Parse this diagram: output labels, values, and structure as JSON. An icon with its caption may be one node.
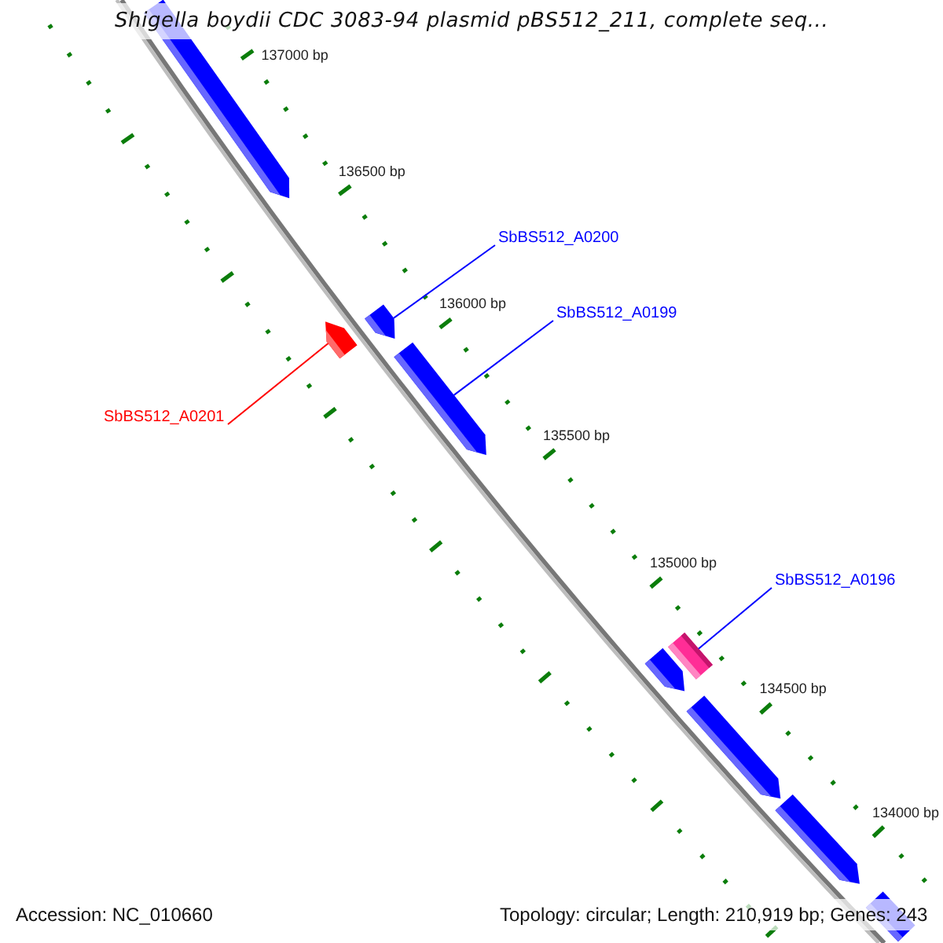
{
  "diagram": {
    "title": "Shigella boydii CDC 3083-94 plasmid pBS512_211, complete seq...",
    "nodes": [
      {
        "text": [],
        "shape": "bar"
      },
      {
        "text": [
          "SbBS512_A0200"
        ]
      },
      {
        "text": [],
        "shape": "bar"
      },
      {
        "text": [
          "SbBS512_A0199"
        ]
      },
      {
        "text": [],
        "shape": "bar"
      },
      {
        "text": [],
        "shape": "bar"
      },
      {
        "text": [
          "SbBS512_A0201"
        ]
      },
      {
        "text": [
          "SbBS512_A0196"
        ]
      },
      {
        "text": [],
        "shape": "box"
      },
      {
        "text": [],
        "shape": "bar"
      },
      {
        "text": [],
        "shape": "bar"
      },
      {
        "text": [],
        "shape": "bar"
      },
      {
        "text": [],
        "shape": "bar"
      }
    ],
    "edges": [
      {
        "from": 1,
        "to": 2,
        "arrow": "none"
      },
      {
        "from": 3,
        "to": 5,
        "arrow": "none"
      },
      {
        "from": 6,
        "to": 4,
        "arrow": "none",
        "color": "#ff0000"
      },
      {
        "from": 7,
        "to": 8,
        "arrow": "none"
      }
    ],
    "labels": [
      "137000 bp",
      "136500 bp",
      "136000 bp",
      "135500 bp",
      "135000 bp",
      "134500 bp",
      "134000 bp",
      "Accession: NC_010660",
      "Topology: circular; Length: 210,919 bp; Genes: 243"
    ]
  }
}
